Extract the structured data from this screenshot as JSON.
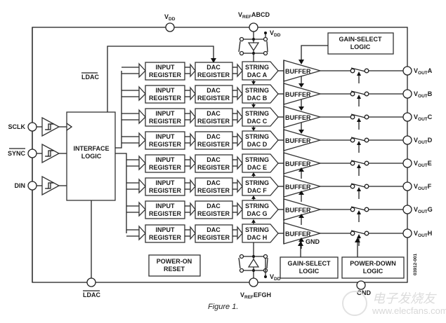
{
  "figure": {
    "caption": "Figure 1.",
    "figure_id": "03912-001",
    "watermark_cn": "电子发烧友",
    "watermark_url": "www.elecfans.com"
  },
  "pins": {
    "vdd_top": {
      "main": "V",
      "sub": "DD",
      "suffix": ""
    },
    "vref_abcd": {
      "main": "V",
      "sub": "REF",
      "suffix": "ABCD"
    },
    "vref_efgh": {
      "main": "V",
      "sub": "REF",
      "suffix": "EFGH"
    },
    "ldac_bottom": "LDAC",
    "ldac_label": "LDAC",
    "gnd": "GND",
    "sclk": "SCLK",
    "sync": "SYNC",
    "din": "DIN",
    "vout_main": "V",
    "vout_sub": "OUT",
    "vout_channels": [
      "A",
      "B",
      "C",
      "D",
      "E",
      "F",
      "G",
      "H"
    ]
  },
  "blocks": {
    "interface_logic": [
      "INTERFACE",
      "LOGIC"
    ],
    "input_register": [
      "INPUT",
      "REGISTER"
    ],
    "dac_register": [
      "DAC",
      "REGISTER"
    ],
    "string_dac_top": "STRING",
    "string_dac_prefix": "DAC",
    "buffer": "BUFFER",
    "gain_select_top": [
      "GAIN-SELECT",
      "LOGIC"
    ],
    "gain_select_bottom": [
      "GAIN-SELECT",
      "LOGIC"
    ],
    "power_down": [
      "POWER-DOWN",
      "LOGIC"
    ],
    "power_on_reset": [
      "POWER-ON",
      "RESET"
    ],
    "ref_vdd": {
      "main": "V",
      "sub": "DD"
    },
    "buffer_gnd": "GND"
  }
}
